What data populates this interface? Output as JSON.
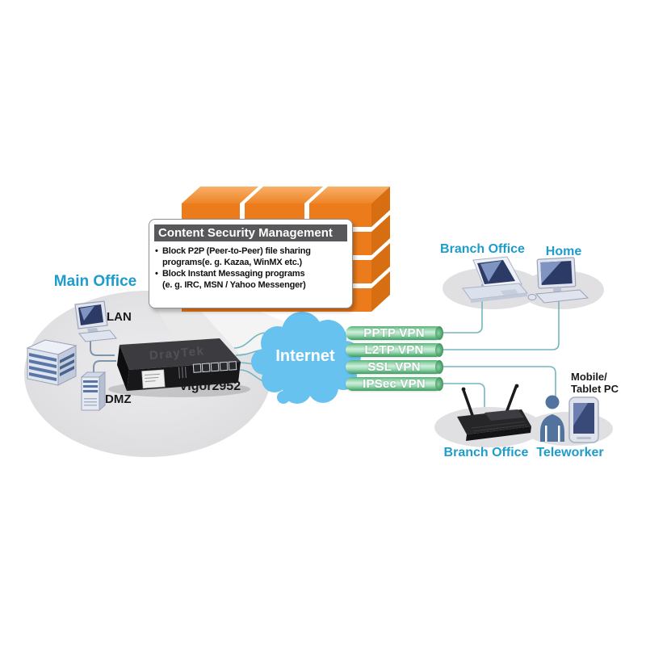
{
  "labels": {
    "main_office": "Main Office",
    "lan": "LAN",
    "dmz": "DMZ",
    "router_model": "Vigor2952",
    "router_logo": "DrayTek",
    "internet": "Internet",
    "branch_office_top": "Branch Office",
    "home": "Home",
    "branch_office_bottom": "Branch Office",
    "teleworker": "Teleworker",
    "mobile_tablet_line1": "Mobile/",
    "mobile_tablet_line2": "Tablet PC"
  },
  "csm": {
    "title": "Content Security Management",
    "bullets": [
      {
        "line1": "Block P2P (Peer-to-Peer) file sharing",
        "line2": "programs(e. g. Kazaa, WinMX etc.)"
      },
      {
        "line1": "Block Instant Messaging programs",
        "line2": "(e. g. IRC, MSN / Yahoo Messenger)"
      }
    ]
  },
  "vpn": {
    "tunnels": [
      {
        "label": "PPTP VPN"
      },
      {
        "label": "L2TP VPN"
      },
      {
        "label": "SSL VPN"
      },
      {
        "label": "IPSec VPN"
      }
    ]
  },
  "icons": [
    "brick-wall-icon",
    "office-building-icon",
    "desktop-computer-icon",
    "server-icon",
    "router-device-icon",
    "cloud-icon",
    "laptop-icon",
    "monitor-icon",
    "wireless-router-icon",
    "person-icon",
    "tablet-icon"
  ],
  "colors": {
    "label_cyan": "#1E9CCC",
    "tube_green": "#4DA56E",
    "cloud_blue": "#68C2F0",
    "brick_orange": "#EC7B1C",
    "line_teal": "#74B6C0",
    "csm_titlebar": "#58585A"
  }
}
